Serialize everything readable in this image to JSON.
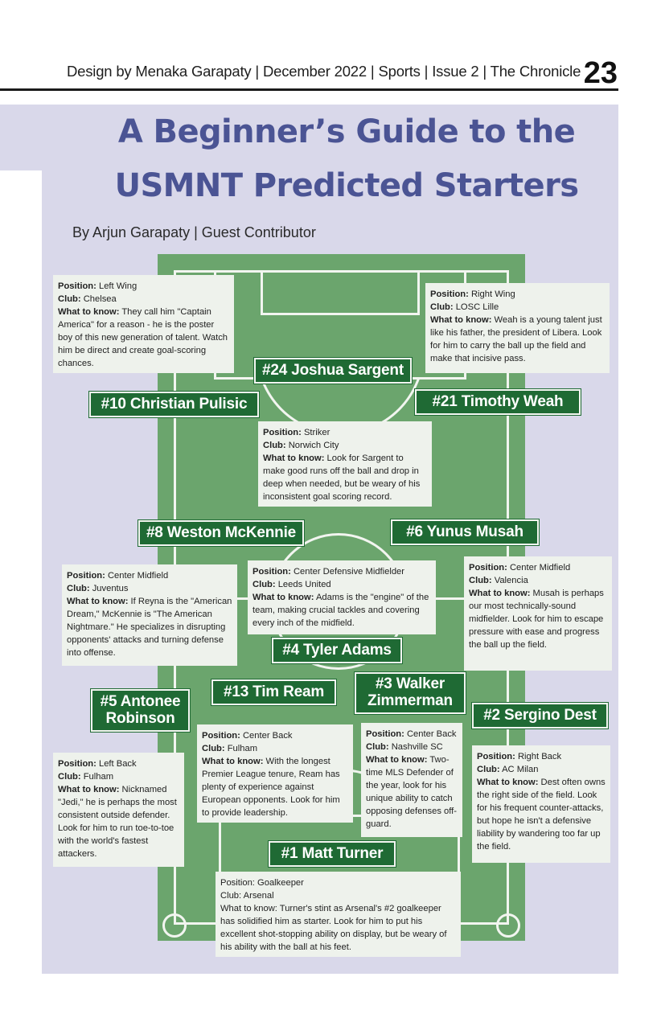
{
  "header": {
    "text": "Design by Menaka Garapaty | December 2022 | Sports | Issue 2 | The Chronicle",
    "page_number": "23"
  },
  "article": {
    "title_line1": "A Beginner’s Guide to the",
    "title_line2": "USMNT Predicted Starters",
    "byline": "By Arjun Garapaty | Guest Contributor"
  },
  "labels": {
    "position": "Position:",
    "club": "Club:",
    "what_to_know": "What to know:"
  },
  "players": {
    "pulisic": {
      "name": "#10 Christian Pulisic",
      "position": "Left Wing",
      "club": "Chelsea",
      "what_to_know": "They call him \"Captain America\" for a reason - he is the poster boy of this new generation of talent. Watch him be direct and create goal-scoring chances."
    },
    "weah": {
      "name": "#21 Timothy Weah",
      "position": "Right Wing",
      "club": "LOSC Lille",
      "what_to_know": "Weah is a young talent just like his father, the president of Libera. Look for him to carry the ball up the field and make that incisive pass."
    },
    "sargent": {
      "name": "#24 Joshua Sargent",
      "position": "Striker",
      "club": "Norwich City",
      "what_to_know": "Look for Sargent to make good runs off the ball and drop in deep when needed, but be weary of his inconsistent goal scoring record."
    },
    "mckennie": {
      "name": "#8 Weston McKennie",
      "position": "Center Midfield",
      "club": "Juventus",
      "what_to_know": "If Reyna is the \"American Dream,\" McKennie is \"The American Nightmare.\" He specializes in disrupting opponents' attacks and turning defense into offense."
    },
    "musah": {
      "name": "#6 Yunus Musah",
      "position": "Center Midfield",
      "club": "Valencia",
      "what_to_know": "Musah is perhaps our most technically-sound midfielder. Look for him to escape pressure with ease and progress the ball up the field."
    },
    "adams": {
      "name": "#4 Tyler Adams",
      "position": "Center Defensive Midfielder",
      "club": "Leeds United",
      "what_to_know": "Adams is the \"engine\" of the team, making crucial tackles and covering every inch of the midfield."
    },
    "robinson": {
      "name_line1": "#5 Antonee",
      "name_line2": "Robinson",
      "position": "Left Back",
      "club": "Fulham",
      "what_to_know": "Nicknamed \"Jedi,\" he is perhaps the most consistent outside defender. Look for him to run toe-to-toe with the world's fastest attackers."
    },
    "ream": {
      "name": "#13 Tim Ream",
      "position": "Center Back",
      "club": "Fulham",
      "what_to_know": "With the longest Premier League tenure, Ream has plenty of experience against European opponents. Look for him to provide leadership."
    },
    "zimmerman": {
      "name_line1": "#3 Walker",
      "name_line2": "Zimmerman",
      "position": "Center Back",
      "club": "Nashville SC",
      "what_to_know": "Two-time MLS Defender of the year, look for his unique ability to catch opposing defenses off-guard."
    },
    "dest": {
      "name": "#2 Sergino Dest",
      "position": "Right Back",
      "club": "AC Milan",
      "what_to_know": "Dest often owns the right side of the field. Look for his frequent counter-attacks, but hope he isn't a defensive liability by wandering too far up the field."
    },
    "turner": {
      "name": "#1 Matt Turner",
      "position": "Goalkeeper",
      "club": "Arsenal",
      "what_to_know": "Turner's stint as Arsenal's #2 goalkeeper has solidified him as starter. Look for him to put his excellent shot-stopping ability on display, but be weary of his ability with the ball at his feet."
    }
  }
}
